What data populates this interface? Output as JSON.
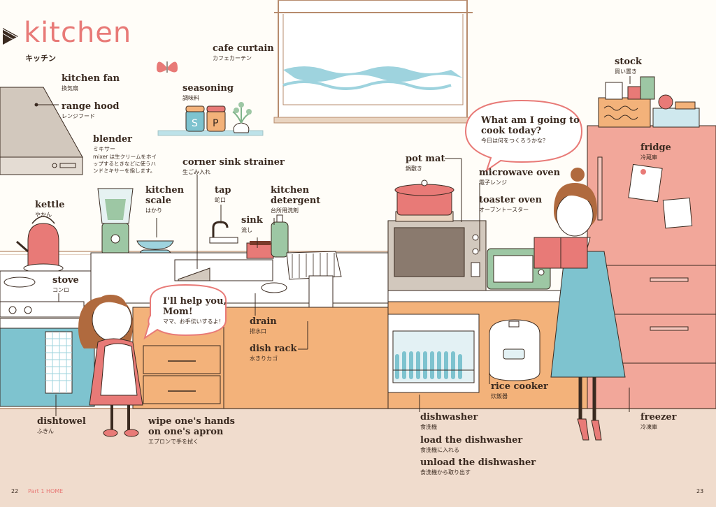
{
  "title": {
    "en": "kitchen",
    "jp": "キッチン"
  },
  "labels": {
    "cafe_curtain": {
      "en": "cafe curtain",
      "jp": "カフェカーテン"
    },
    "kitchen_fan": {
      "en": "kitchen fan",
      "jp": "換気扇"
    },
    "range_hood": {
      "en": "range hood",
      "jp": "レンジフード"
    },
    "seasoning": {
      "en": "seasoning",
      "jp": "調味料"
    },
    "blender": {
      "en": "blender",
      "jp": "ミキサー",
      "note": "mixer は生クリームをホイップするときなどに使うハンドミキサーを指します。"
    },
    "corner_sink_strainer": {
      "en": "corner sink strainer",
      "jp": "生ごみ入れ"
    },
    "kettle": {
      "en": "kettle",
      "jp": "やかん"
    },
    "kitchen_scale": {
      "en": "kitchen\nscale",
      "en1": "kitchen",
      "en2": "scale",
      "jp": "はかり"
    },
    "tap": {
      "en": "tap",
      "jp": "蛇口"
    },
    "sink": {
      "en": "sink",
      "jp": "流し"
    },
    "kitchen_detergent": {
      "en1": "kitchen",
      "en2": "detergent",
      "jp": "台所用洗剤"
    },
    "stove": {
      "en": "stove",
      "jp": "コンロ"
    },
    "drain": {
      "en": "drain",
      "jp": "排水口"
    },
    "dish_rack": {
      "en": "dish rack",
      "jp": "水きりカゴ"
    },
    "dishtowel": {
      "en": "dishtowel",
      "jp": "ふきん"
    },
    "wipe_hands": {
      "en1": "wipe one's hands",
      "en2": "on one's apron",
      "jp": "エプロンで手を拭く"
    },
    "pot_mat": {
      "en": "pot mat",
      "jp": "鍋敷き"
    },
    "microwave_oven": {
      "en": "microwave oven",
      "jp": "電子レンジ"
    },
    "toaster_oven": {
      "en": "toaster oven",
      "jp": "オーブントースター"
    },
    "stock": {
      "en": "stock",
      "jp": "買い置き"
    },
    "fridge": {
      "en": "fridge",
      "jp": "冷蔵庫"
    },
    "rice_cooker": {
      "en": "rice cooker",
      "jp": "炊飯器"
    },
    "dishwasher": {
      "en": "dishwasher",
      "jp": "食洗機"
    },
    "load_dishwasher": {
      "en": "load the dishwasher",
      "jp": "食洗機に入れる"
    },
    "unload_dishwasher": {
      "en": "unload the dishwasher",
      "jp": "食洗機から取り出す"
    },
    "freezer": {
      "en": "freezer",
      "jp": "冷凍庫"
    }
  },
  "bubbles": {
    "child": {
      "en1": "I'll help you,",
      "en2": "Mom!",
      "jp": "ママ、お手伝いするよ！"
    },
    "mom": {
      "en1": "What am I going to",
      "en2": "cook today?",
      "jp": "今日は何をつくろうかな？"
    }
  },
  "footer": {
    "page_left": "22",
    "part": "Part 1 HOME",
    "page_right": "23"
  },
  "colors": {
    "accent": "#e87a77",
    "counter": "#f3b27a",
    "teal": "#7ec3cf",
    "fridge": "#f2a79a",
    "floor": "#f0dccd",
    "ink": "#3a2a20"
  }
}
